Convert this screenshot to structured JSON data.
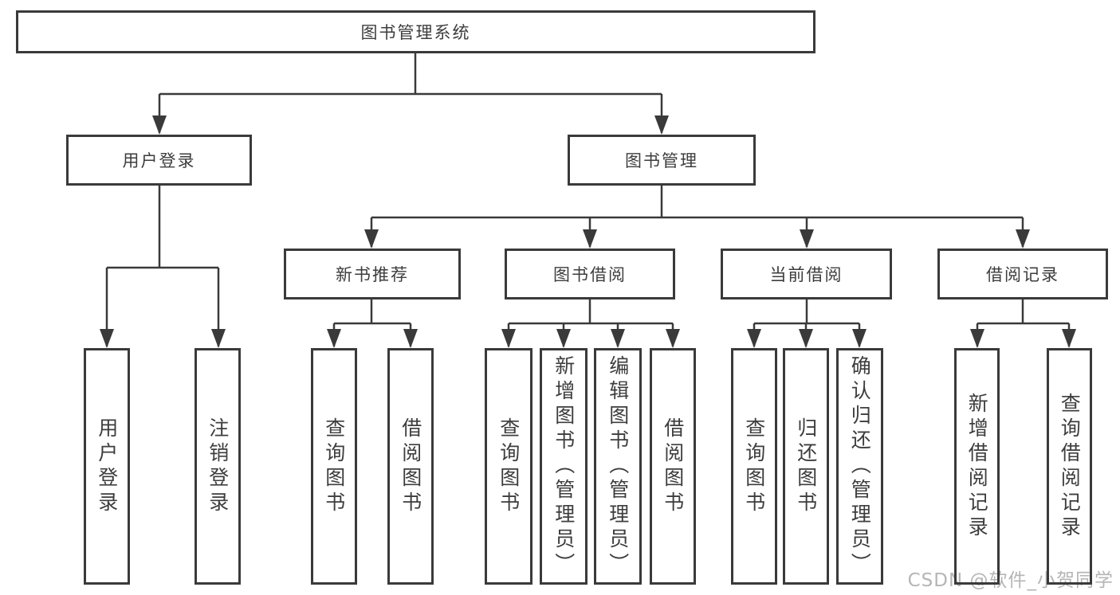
{
  "tree": {
    "root": {
      "label": "图书管理系统"
    },
    "branches": [
      {
        "label": "用户登录",
        "children": [
          {
            "label": "用户登录"
          },
          {
            "label": "注销登录"
          }
        ]
      },
      {
        "label": "图书管理",
        "children": [
          {
            "label": "新书推荐",
            "children": [
              {
                "label": "查询图书"
              },
              {
                "label": "借阅图书"
              }
            ]
          },
          {
            "label": "图书借阅",
            "children": [
              {
                "label": "查询图书"
              },
              {
                "label": "新增图书（管理员）"
              },
              {
                "label": "编辑图书（管理员）"
              },
              {
                "label": "借阅图书"
              }
            ]
          },
          {
            "label": "当前借阅",
            "children": [
              {
                "label": "查询图书"
              },
              {
                "label": "归还图书"
              },
              {
                "label": "确认归还（管理员）"
              }
            ]
          },
          {
            "label": "借阅记录",
            "children": [
              {
                "label": "新增借阅记录"
              },
              {
                "label": "查询借阅记录"
              }
            ]
          }
        ]
      }
    ]
  },
  "watermark": "CSDN @软件_小贺同学",
  "colors": {
    "line": "#3a3a3a",
    "border": "#3a3a3a",
    "text": "#3d3d3d",
    "watermark": "#b5b5b5",
    "background": "#ffffff"
  }
}
